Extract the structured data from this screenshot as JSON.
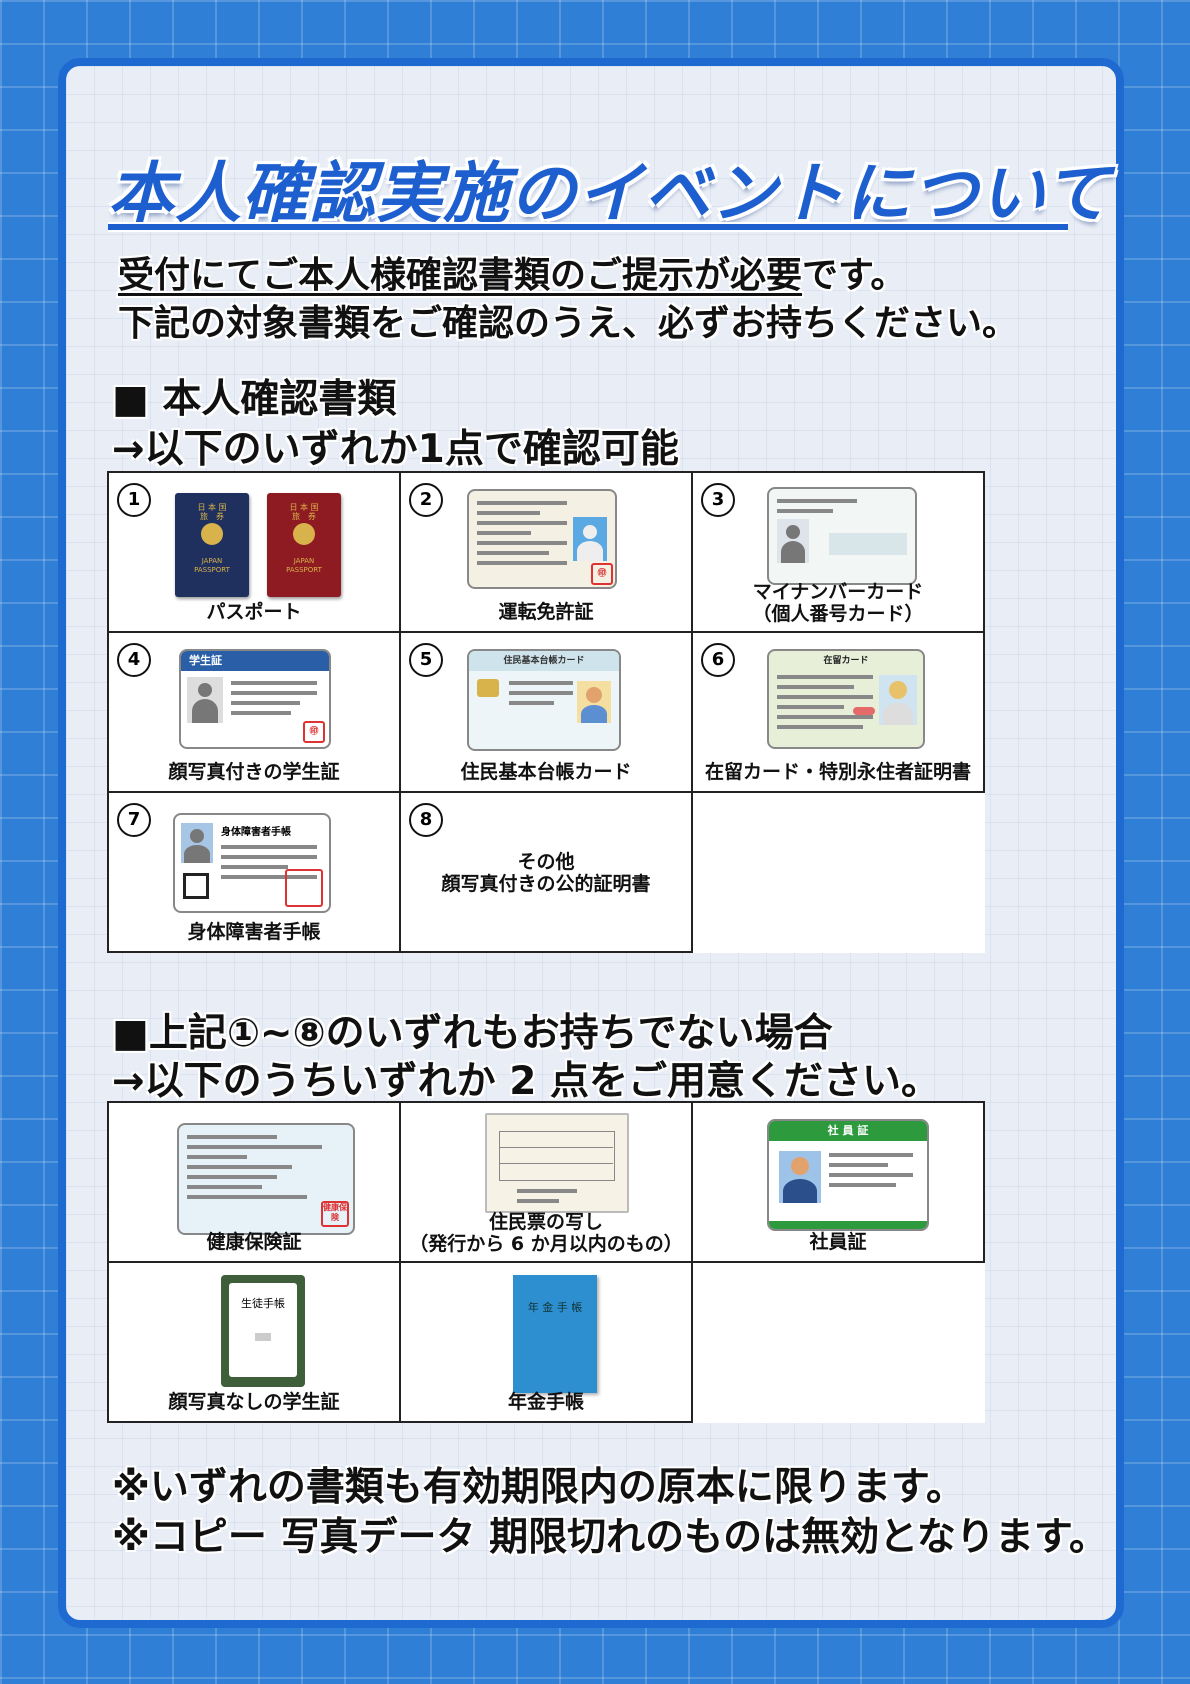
{
  "title": "本人確認実施のイベントについて",
  "intro": {
    "line1_a": "受付にてご本人様確認書類のご提示が必要",
    "line1_b": "です。",
    "line2": "下記の対象書類をご確認のうえ、必ずお持ちください。"
  },
  "section1": {
    "heading": "■ 本人確認書類",
    "sub": "→以下のいずれか1点で確認可能",
    "items": [
      {
        "num": "1",
        "label": "パスポート"
      },
      {
        "num": "2",
        "label": "運転免許証"
      },
      {
        "num": "3",
        "label": "マイナンバーカード",
        "label2": "（個人番号カード）"
      },
      {
        "num": "4",
        "label": "顔写真付きの学生証"
      },
      {
        "num": "5",
        "label": "住民基本台帳カード"
      },
      {
        "num": "6",
        "label": "在留カード・特別永住者証明書"
      },
      {
        "num": "7",
        "label": "身体障害者手帳"
      },
      {
        "num": "8",
        "label": "その他",
        "label2": "顔写真付きの公的証明書"
      }
    ]
  },
  "section2": {
    "heading": "■上記①~⑧のいずれもお持ちでない場合",
    "sub": "→以下のうちいずれか 2 点をご用意ください。",
    "items": [
      {
        "label": "健康保険証"
      },
      {
        "label": "住民票の写し",
        "label2": "（発行から 6 か月以内のもの）"
      },
      {
        "label": "社員証"
      },
      {
        "label": "顔写真なしの学生証"
      },
      {
        "label": "年金手帳"
      }
    ]
  },
  "art_text": {
    "passport_top": "日 本 国\n旅　券",
    "passport_bottom": "JAPAN\nPASSPORT",
    "student_card": "学生証",
    "jyuki_card": "住民基本台帳カード",
    "zairyu_card": "在留カード",
    "shogai_card": "身体障害者手帳",
    "insurance_stamp": "健康保険",
    "employee_card": "社 員 証",
    "student_book": "生徒手帳",
    "pension_book": "年 金 手 帳"
  },
  "notes": {
    "note1": "※いずれの書類も有効期限内の原本に限ります。",
    "note2": "※コピー 写真データ 期限切れのものは無効となります。"
  },
  "colors": {
    "background": "#2f7fd6",
    "panel": "#e9eef6",
    "title": "#1e5fd0",
    "passport_navy": "#1f2f5e",
    "passport_red": "#8e1b22"
  }
}
